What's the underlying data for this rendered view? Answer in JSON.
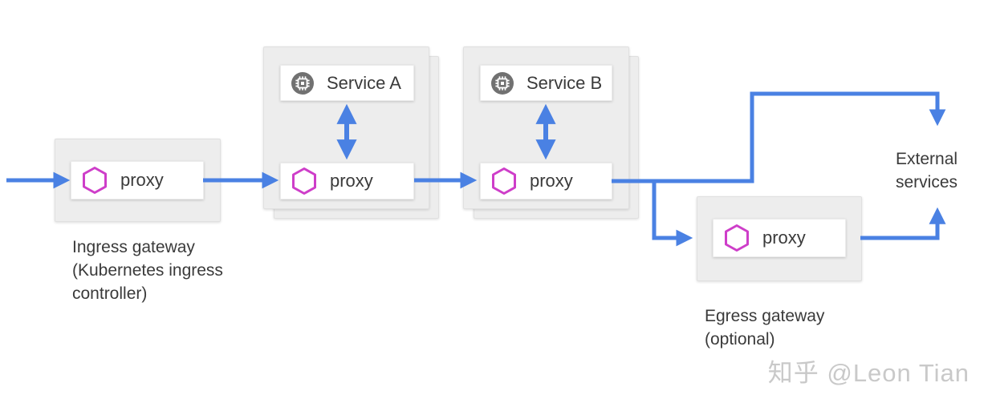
{
  "nodes": {
    "ingress_gateway": {
      "proxy": "proxy",
      "caption": "Ingress gateway (Kubernetes ingress controller)"
    },
    "service_a": {
      "name": "Service A",
      "proxy": "proxy"
    },
    "service_b": {
      "name": "Service B",
      "proxy": "proxy"
    },
    "egress_gateway": {
      "proxy": "proxy",
      "caption": "Egress gateway (optional)"
    },
    "external_services": {
      "label": "External services"
    }
  },
  "edges": [
    {
      "from": "inbound-traffic",
      "to": "ingress-gateway-proxy",
      "bidirectional": false
    },
    {
      "from": "ingress-gateway-proxy",
      "to": "service-a-proxy",
      "bidirectional": false
    },
    {
      "from": "service-a",
      "to": "service-a-proxy",
      "bidirectional": true
    },
    {
      "from": "service-a-proxy",
      "to": "service-b-proxy",
      "bidirectional": false
    },
    {
      "from": "service-b",
      "to": "service-b-proxy",
      "bidirectional": true
    },
    {
      "from": "service-b-proxy",
      "to": "external-services",
      "bidirectional": false
    },
    {
      "from": "service-b-proxy",
      "to": "egress-gateway-proxy",
      "bidirectional": false
    },
    {
      "from": "egress-gateway-proxy",
      "to": "external-services",
      "bidirectional": false
    }
  ],
  "colors": {
    "arrow_blue": "#4A81E3",
    "hexagon_magenta": "#CE3EC9",
    "service_icon_gray": "#717171",
    "pod_fill": "#EDEDED",
    "box_white": "#FFFFFF",
    "text_dark": "#3A3A3A",
    "watermark_gray": "#C9C9C9"
  },
  "watermark": "知乎 @Leon Tian"
}
